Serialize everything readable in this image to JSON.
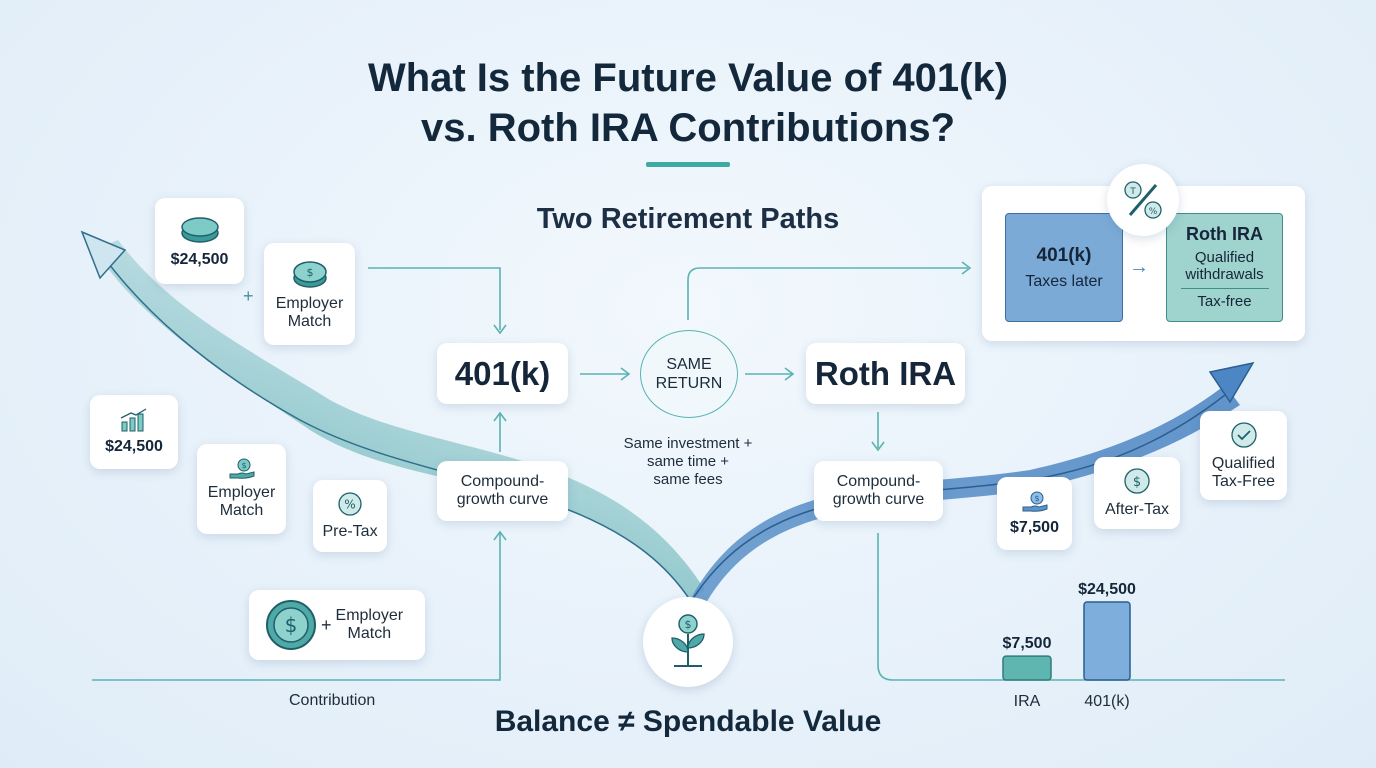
{
  "title_line1": "What Is the Future Value of 401(k)",
  "title_line2": "vs. Roth IRA Contributions?",
  "subtitle": "Two Retirement Paths",
  "left": {
    "coin_amount": "$24,500",
    "plus": "+",
    "employer_match_top": "Employer\nMatch",
    "growth_amount": "$24,500",
    "employer_match_mid": "Employer\nMatch",
    "pretax": "Pre-Tax",
    "contrib_plus": "+",
    "employer_match_bottom": "Employer\nMatch",
    "contribution_label": "Contribution"
  },
  "center": {
    "box_401k": "401(k)",
    "same_return": "SAME\nRETURN",
    "box_roth": "Roth IRA",
    "same_note": "Same investment +\nsame time +\nsame fees",
    "compound_left": "Compound-\ngrowth curve",
    "compound_right": "Compound-\ngrowth curve"
  },
  "panel": {
    "k401_title": "401(k)",
    "k401_sub": "Taxes later",
    "arrow": "→",
    "roth_title": "Roth IRA",
    "roth_sub1": "Qualified\nwithdrawals",
    "roth_sub2": "Tax-free"
  },
  "right": {
    "amount_7500": "$7,500",
    "after_tax": "After-Tax",
    "qualified": "Qualified\nTax-Free"
  },
  "chart_data": {
    "type": "bar",
    "categories": [
      "IRA",
      "401(k)"
    ],
    "values": [
      7500,
      24500
    ],
    "value_labels": [
      "$7,500",
      "$24,500"
    ],
    "colors": [
      "#5fb6b0",
      "#7eaedb"
    ]
  },
  "bottom": "Balance ≠ Spendable Value",
  "colors": {
    "teal": "#4fa9a6",
    "blue": "#6fa4d6",
    "navy": "#14283c"
  }
}
